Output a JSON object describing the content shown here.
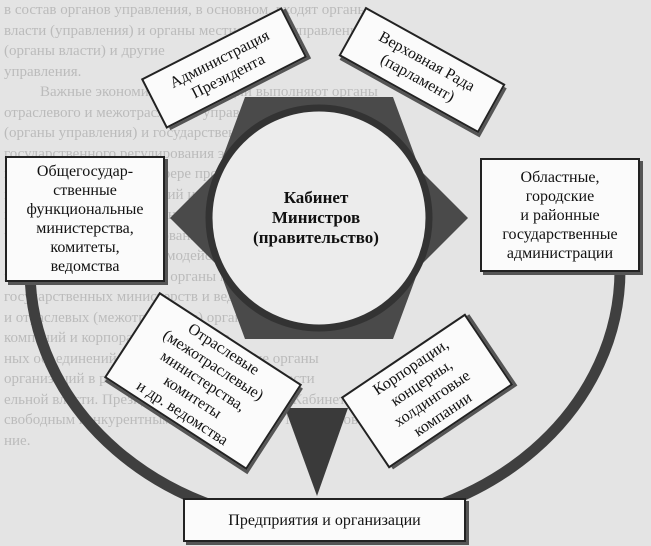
{
  "center": {
    "lines": [
      "Кабинет",
      "Министров",
      "(правительство)"
    ]
  },
  "boxes": {
    "administration": {
      "lines": [
        "Администрация",
        "Президента"
      ]
    },
    "rada": {
      "lines": [
        "Верховная Рада",
        "(парламент)"
      ]
    },
    "ministries": {
      "lines": [
        "Общегосудар-",
        "ственные",
        "функциональные",
        "министерства,",
        "комитеты,",
        "ведомства"
      ]
    },
    "regional": {
      "lines": [
        "Областные,",
        "городские",
        "и районные",
        "государственные",
        "администрации"
      ]
    },
    "sectoral": {
      "lines": [
        "Отраслевые",
        "(межотраслевые)",
        "министерства,",
        "комитеты",
        "и др. ведомства"
      ]
    },
    "corporations": {
      "lines": [
        "Корпорации,",
        "концерны,",
        "холдинговые",
        "компании"
      ]
    },
    "enterprises": {
      "lines": [
        "Предприятия и организации"
      ]
    }
  },
  "background_text": [
    "в состав органов управления, в основном, входят органы",
    "власти (управления) и органы местного самоуправления",
    "(органы власти) и другие",
    "управления.",
    "Важные экономические функции выполняют органы",
    "отраслевого и межотраслевого управления министерства",
    "(органы управления) и государственные комитеты",
    "государственного регулирования экономики; функции",
    "и органы управления в сфере промышленности",
    "и согласованность действий и управления экономикой",
    "и др. органов государственного управления",
    "ческие условия хозяйствования и др.",
    "Организация и взаимодействие органов власти по",
    "исполнительной власти и органы местного самоуправления",
    "государственных министерств и ведомств основана",
    "и отраслевых (межотраслевых) органов управления",
    "компаний и корпораций в процессе",
    "ных объединений. Общегосударственные органы",
    "организаций в рамках структуры органов власти",
    "ельной власти. Президент, Верховная Рада и Кабинет",
    "свободным конкурентным рынком Кабинет Министров",
    "ние.",
    "",
    ""
  ]
}
